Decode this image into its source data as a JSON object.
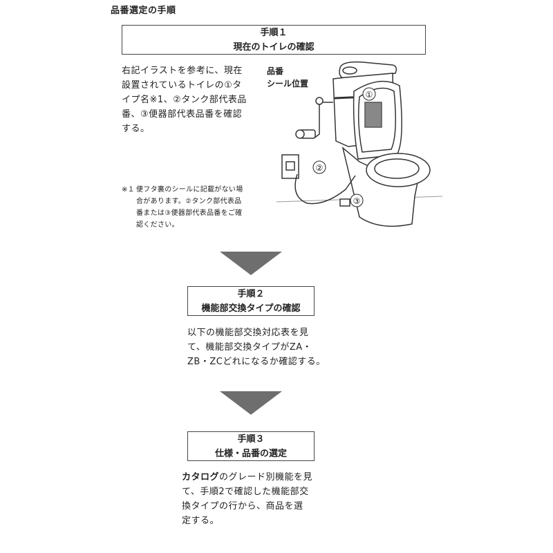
{
  "page_title": "品番選定の手順",
  "step1": {
    "heading": "手順１",
    "subheading": "現在のトイレの確認",
    "text_lines": [
      "右記イラストを参考に、現在",
      "設置されているトイレの①タ",
      "イプ名※1、②タンク部代表品",
      "番、③便器部代表品番を確認",
      "する。"
    ],
    "note_mark": "※１",
    "note_lines": [
      "便フタ裏のシールに記載がない場",
      "合があります。②タンク部代表品",
      "番または③便器部代表品番をご確",
      "認ください。"
    ],
    "label_line1": "品番",
    "label_line2": "シール位置",
    "markers": [
      "①",
      "②",
      "③"
    ]
  },
  "step2": {
    "heading": "手順２",
    "subheading": "機能部交換タイプの確認",
    "text_lines": [
      "以下の機能部交換対応表を見",
      "て、機能部交換タイプがZA・",
      "ZB・ZCどれになるか確認する。"
    ]
  },
  "step3": {
    "heading": "手順３",
    "subheading": "仕様・品番の選定",
    "text_bold": "カタログ",
    "text_lines": [
      "のグレード別機能を見",
      "て、手順2で確認した機能部交",
      "換タイプの行から、商品を選",
      "定する。"
    ]
  },
  "colors": {
    "arrow": "#6e6e6e",
    "border": "#444444"
  }
}
